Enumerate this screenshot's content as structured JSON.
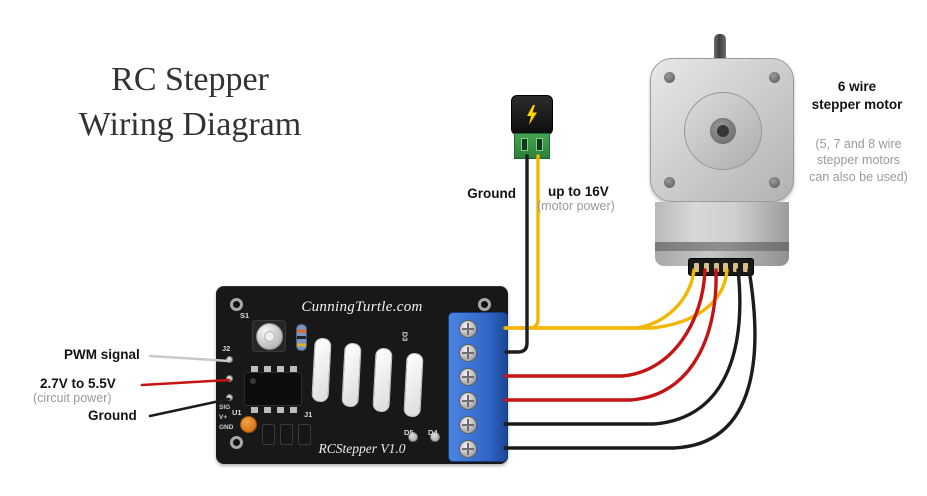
{
  "title": {
    "line1": "RC Stepper",
    "line2": "Wiring Diagram"
  },
  "power_connector": {
    "ground_label": "Ground",
    "voltage_label": "up to 16V",
    "voltage_sublabel": "(motor power)"
  },
  "motor": {
    "type_line1": "6 wire",
    "type_line2": "stepper motor",
    "note_line1": "(5, 7 and 8 wire",
    "note_line2": "stepper motors",
    "note_line3": "can also be used)"
  },
  "controller_board": {
    "brand": "CunningTurtle.com",
    "model": "RCStepper V1.0",
    "silkscreen": {
      "j2": "J2",
      "s1": "S1",
      "d3": "D3",
      "u1": "U1",
      "j1": "J1",
      "d5": "D5",
      "d4": "D4",
      "sig": "SIG",
      "vplus": "V+",
      "gnd": "GND"
    }
  },
  "input_labels": {
    "pwm": "PWM signal",
    "voltage": "2.7V to 5.5V",
    "voltage_sub": "(circuit power)",
    "ground": "Ground"
  },
  "colors": {
    "wire_yellow": "#f2b705",
    "wire_red": "#c41515",
    "wire_black": "#1c1c1c",
    "wire_signal": "#c9c9c9",
    "pcb": "#181818",
    "terminal_block": "#2f63c6",
    "connector_pcb_green": "#35953f",
    "motor_body": "#c4c4c4",
    "label_gray": "#9a9a9a",
    "title_color": "#333333"
  }
}
